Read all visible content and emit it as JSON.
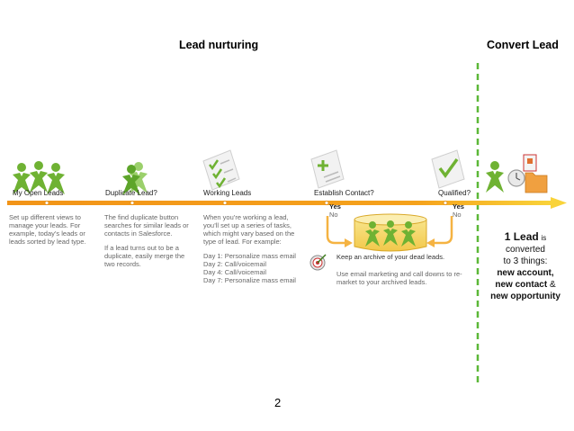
{
  "headers": {
    "lead_nurturing": "Lead nurturing",
    "convert_lead": "Convert Lead"
  },
  "stages": [
    {
      "label": "My Open Leads",
      "icon": "people-group-icon"
    },
    {
      "label": "Duplicate Lead?",
      "icon": "duplicate-people-icon"
    },
    {
      "label": "Working Leads",
      "icon": "checklist-icon"
    },
    {
      "label": "Establish Contact?",
      "icon": "add-document-icon"
    },
    {
      "label": "Qualified?",
      "icon": "approved-document-icon"
    }
  ],
  "descriptions": {
    "open_leads": "Set up different views to manage your leads. For example, today’s leads or leads sorted by lead type.",
    "duplicate_1": "The find duplicate button searches for similar leads or contacts in Salesforce.",
    "duplicate_2": "If a lead turns out to be a duplicate, easily merge the two records.",
    "working_1": "When you’re working a lead, you’ll set up a series of tasks, which might vary based on the type of lead. For example:",
    "working_days": [
      "Day 1: Personalize mass email",
      "Day 2: Call/voicemail",
      "Day 4: Call/voicemail",
      "Day 7: Personalize mass email"
    ]
  },
  "decisions": {
    "yes": "Yes",
    "no": "No"
  },
  "archive": {
    "title": "Keep an archive of your dead leads.",
    "body": "Use email marketing and call downs to re-market to your archived leads."
  },
  "convert": {
    "line1_bold": "1 Lead",
    "line1_small": "is",
    "line2": "converted",
    "line3": "to 3 things:",
    "line4": "new account,",
    "line5_bold": "new contact",
    "line5_rest": "&",
    "line6": "new opportunity"
  },
  "page_number": "2",
  "colors": {
    "arrow_orange": "#f5a01a",
    "arrow_yellow": "#f9d33a",
    "people_green": "#6fb233",
    "dashed_green": "#5cb838",
    "archive_yellow": "#f6d76b"
  }
}
